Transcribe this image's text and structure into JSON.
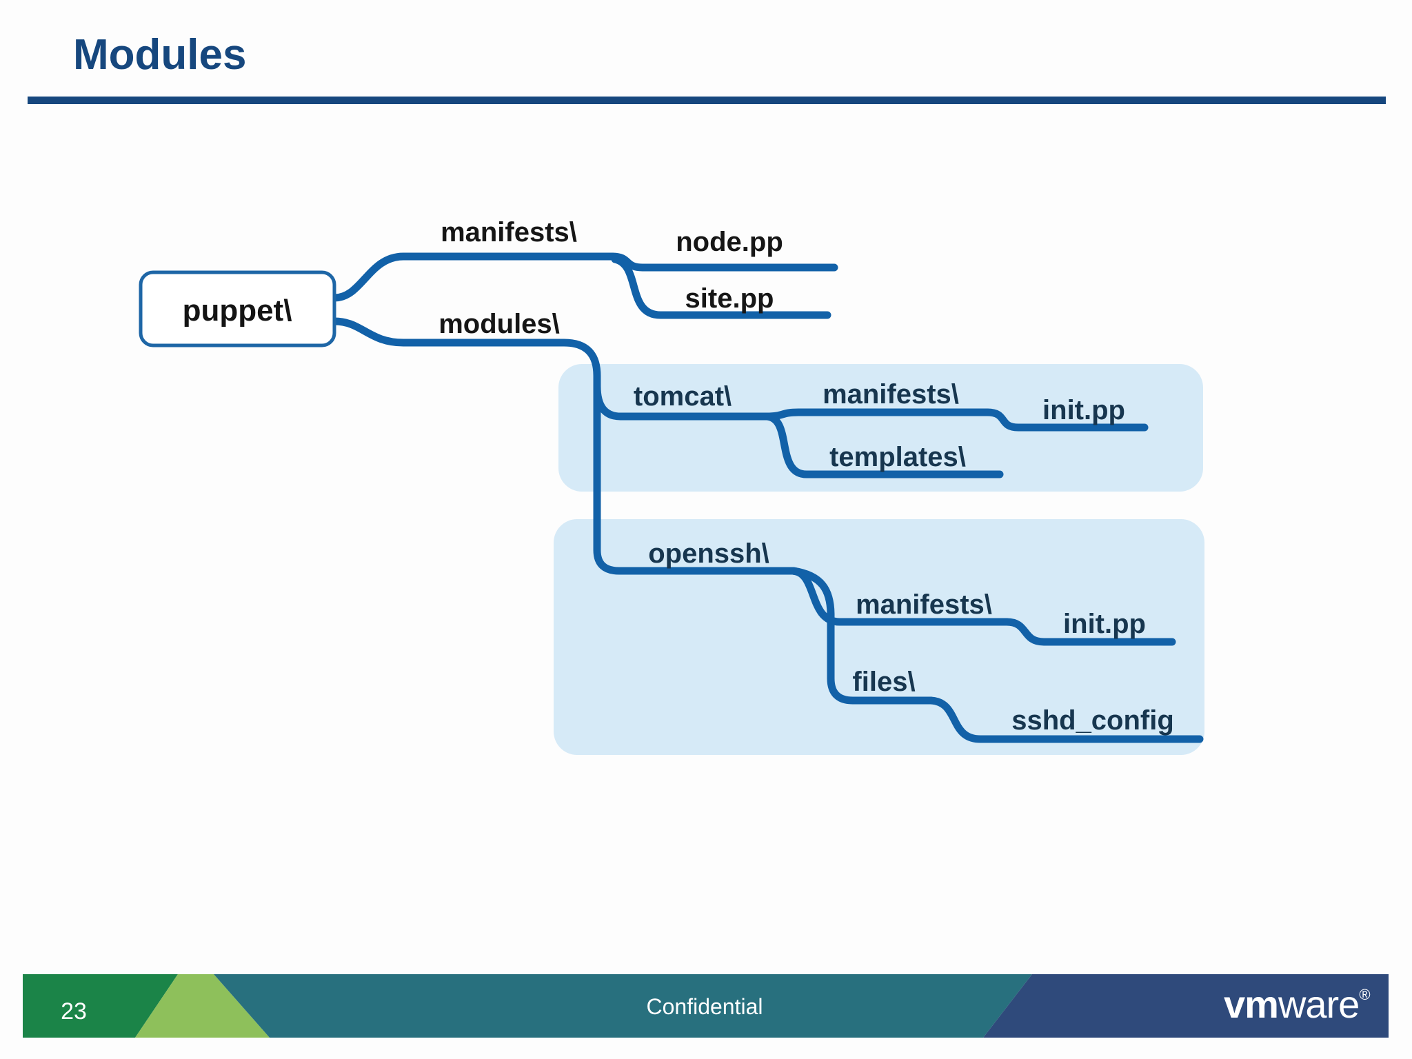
{
  "slide": {
    "title": "Modules",
    "page_number": "23",
    "footer_label": "Confidential",
    "logo": {
      "bold_part": "vm",
      "light_part": "ware",
      "registered_mark": "®"
    }
  },
  "colors": {
    "title_navy": "#16477e",
    "connector_blue": "#1261a8",
    "module_highlight_blue": "#d6eaf7",
    "root_box_border": "#1e66a6",
    "footer_dark_green": "#1b8448",
    "footer_light_green": "#8ec05b",
    "footer_teal": "#28707e",
    "footer_navy": "#2f4a7b"
  },
  "diagram": {
    "tree": {
      "label": "puppet\\",
      "children": [
        {
          "label": "manifests\\",
          "children": [
            {
              "label": "node.pp"
            },
            {
              "label": "site.pp"
            }
          ]
        },
        {
          "label": "modules\\",
          "children": [
            {
              "label": "tomcat\\",
              "highlighted": true,
              "children": [
                {
                  "label": "manifests\\",
                  "children": [
                    {
                      "label": "init.pp"
                    }
                  ]
                },
                {
                  "label": "templates\\"
                }
              ]
            },
            {
              "label": "openssh\\",
              "highlighted": true,
              "children": [
                {
                  "label": "manifests\\",
                  "children": [
                    {
                      "label": "init.pp"
                    }
                  ]
                },
                {
                  "label": "files\\",
                  "children": [
                    {
                      "label": "sshd_config"
                    }
                  ]
                }
              ]
            }
          ]
        }
      ]
    }
  }
}
